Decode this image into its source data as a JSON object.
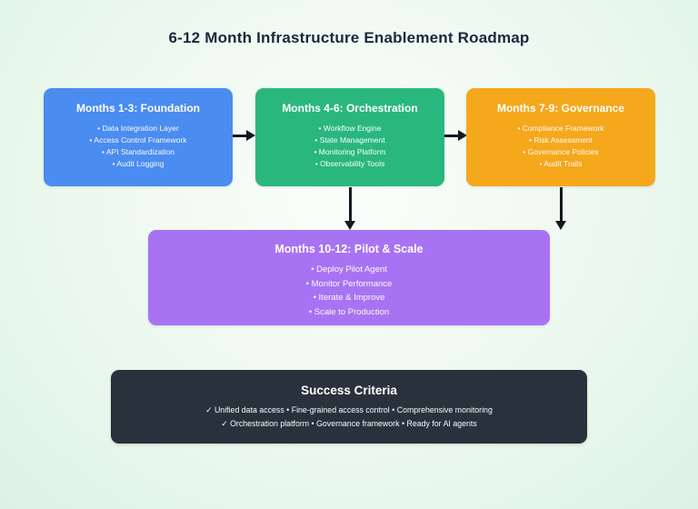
{
  "title": "6-12 Month Infrastructure Enablement Roadmap",
  "phases": [
    {
      "label": "Months 1-3: Foundation",
      "color": "#4a8cf0",
      "items": [
        "• Data Integration Layer",
        "• Access Control Framework",
        "• API Standardization",
        "• Audit Logging"
      ]
    },
    {
      "label": "Months 4-6: Orchestration",
      "color": "#2ab77d",
      "items": [
        "• Workflow Engine",
        "• State Management",
        "• Monitoring Platform",
        "• Observability Tools"
      ]
    },
    {
      "label": "Months 7-9: Governance",
      "color": "#f5a81c",
      "items": [
        "• Compliance Framework",
        "• Risk Assessment",
        "• Governance Policies",
        "• Audit Trails"
      ]
    }
  ],
  "pilot": {
    "label": "Months 10-12: Pilot & Scale",
    "color": "#a873f2",
    "items": [
      "• Deploy Pilot Agent",
      "• Monitor Performance",
      "• Iterate & Improve",
      "• Scale to Production"
    ]
  },
  "success": {
    "title": "Success Criteria",
    "color": "#29323c",
    "lines": [
      "✓ Unified data access • Fine-grained access control • Comprehensive monitoring",
      "✓ Orchestration platform • Governance framework • Ready for AI agents"
    ]
  }
}
